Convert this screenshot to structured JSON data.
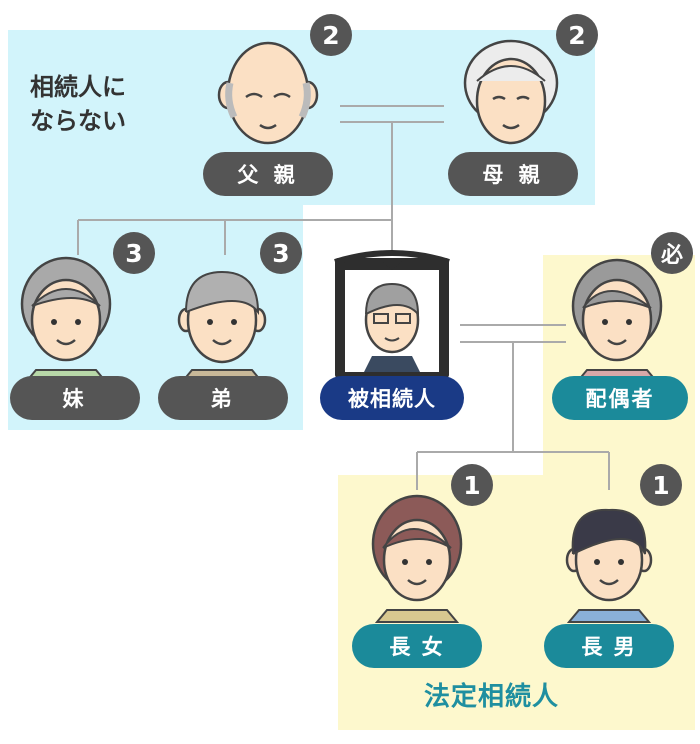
{
  "captions": {
    "non_heirs_line1": "相続人に",
    "non_heirs_line2": "ならない",
    "legal_heirs": "法定相続人"
  },
  "people": {
    "father": {
      "label": "父 親",
      "rank": "2"
    },
    "mother": {
      "label": "母 親",
      "rank": "2"
    },
    "sister": {
      "label": "妹",
      "rank": "3"
    },
    "brother": {
      "label": "弟",
      "rank": "3"
    },
    "deceased": {
      "label": "被相続人"
    },
    "spouse": {
      "label": "配偶者",
      "rank": "必"
    },
    "daughter": {
      "label": "長 女",
      "rank": "1"
    },
    "son": {
      "label": "長 男",
      "rank": "1"
    }
  },
  "colors": {
    "non_heir_zone": "#d2f4fb",
    "heir_zone": "#fdf8cd",
    "pill_gray": "#555555",
    "pill_navy": "#1a3a86",
    "pill_teal": "#1b8a9a",
    "badge": "#555555",
    "legal_caption": "#1f8fa0"
  }
}
